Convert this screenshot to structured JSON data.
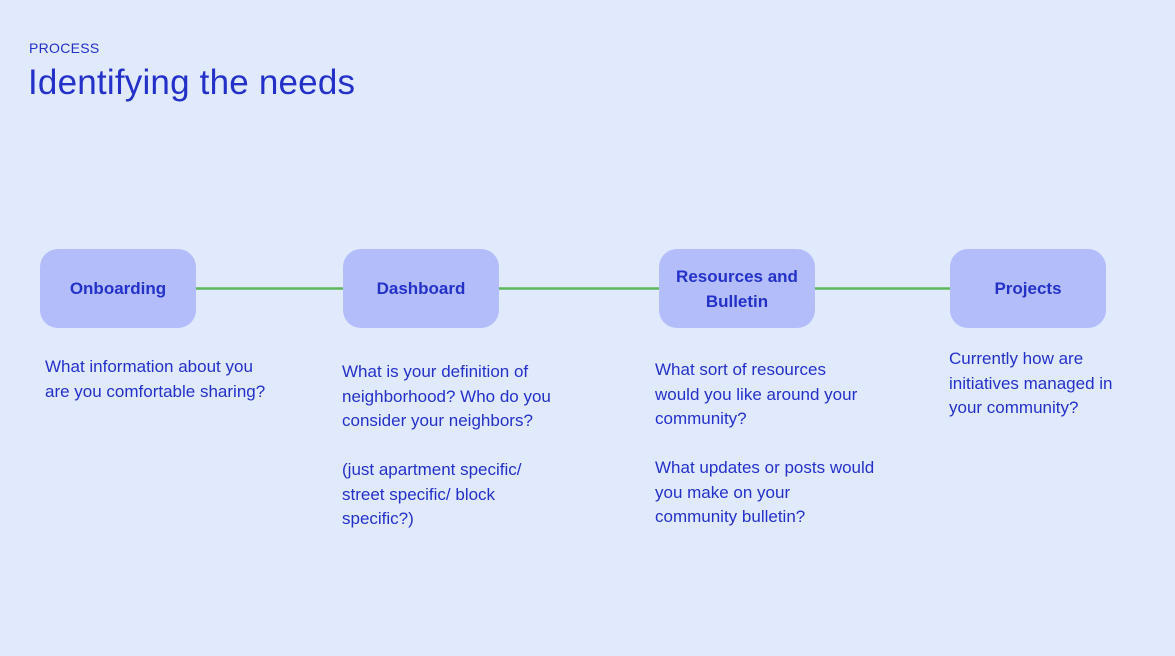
{
  "header": {
    "eyebrow": "PROCESS",
    "title": "Identifying the needs"
  },
  "colors": {
    "background": "#e1e9fd",
    "node_fill": "#b3bdfa",
    "text": "#2431c9",
    "connector": "#5cb85c"
  },
  "steps": [
    {
      "label": "Onboarding",
      "questions": [
        "What information about you are you comfortable sharing?"
      ]
    },
    {
      "label": "Dashboard",
      "questions": [
        "What is your definition of neighborhood? Who do you consider your neighbors?",
        "(just apartment specific/ street specific/ block specific?)"
      ]
    },
    {
      "label": "Resources and Bulletin",
      "questions": [
        "What sort of resources would you like around your community?",
        "What updates or posts would you make on your community bulletin?"
      ]
    },
    {
      "label": "Projects",
      "questions": [
        "Currently how are initiatives managed in your community?"
      ]
    }
  ]
}
